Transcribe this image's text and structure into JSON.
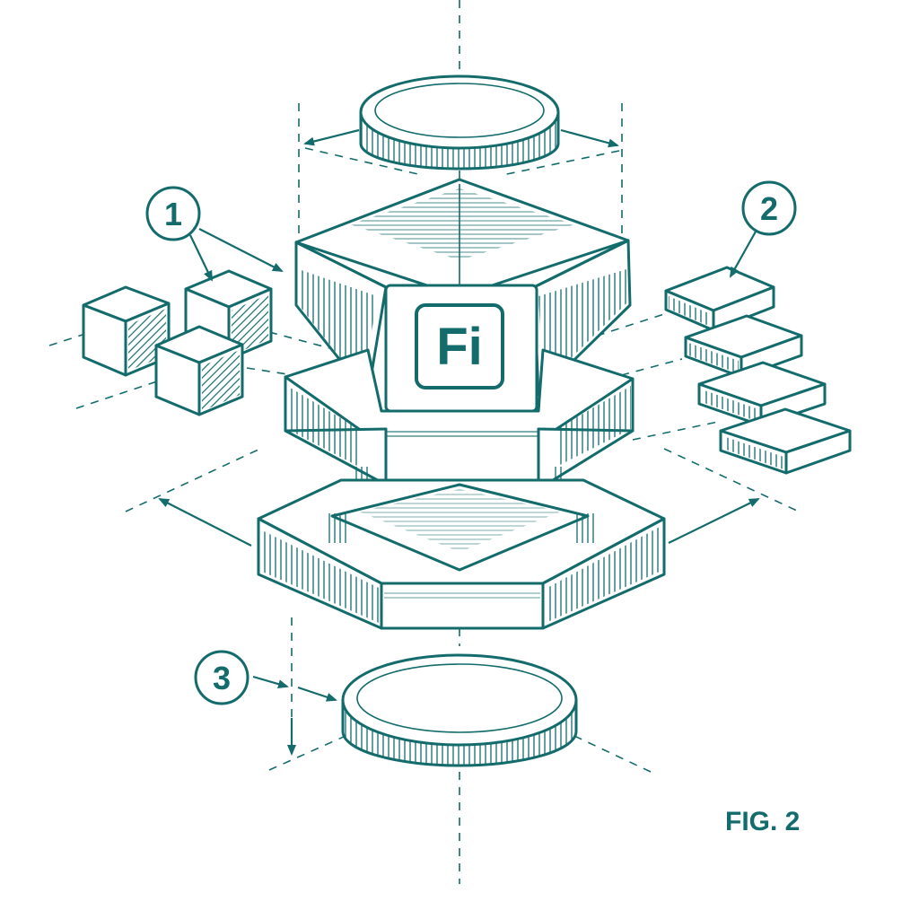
{
  "callouts": [
    {
      "id": "1",
      "label": "1"
    },
    {
      "id": "2",
      "label": "2"
    },
    {
      "id": "3",
      "label": "3"
    }
  ],
  "logo": {
    "text": "Fi"
  },
  "figure_label": "FIG. 2",
  "colors": {
    "ink": "#136b6b",
    "background": "#ffffff"
  }
}
